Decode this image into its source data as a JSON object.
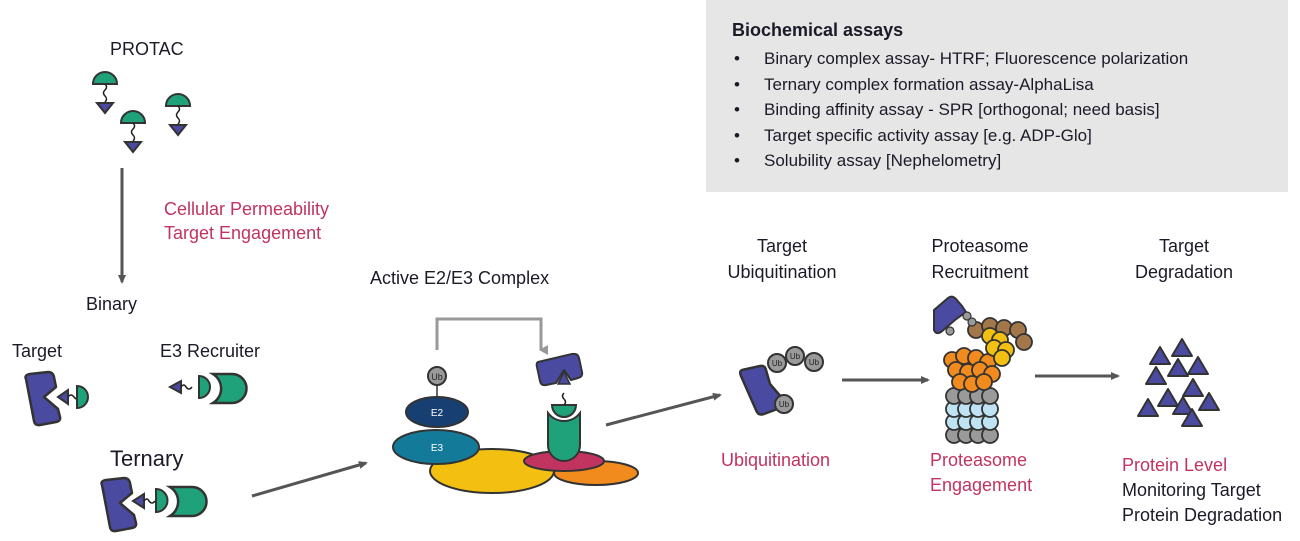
{
  "assays": {
    "title": "Biochemical assays",
    "items": [
      "Binary complex assay- HTRF; Fluorescence polarization",
      "Ternary complex formation assay-AlphaLisa",
      "Binding affinity assay - SPR [orthogonal; need basis]",
      "Target specific activity assay [e.g. ADP-Glo]",
      "Solubility assay [Nephelometry]"
    ]
  },
  "stages": {
    "protac": "PROTAC",
    "permeability": [
      "Cellular Permeability",
      "Target Engagement"
    ],
    "binary": "Binary",
    "target": "Target",
    "e3_recruiter": "E3 Recruiter",
    "ternary": "Ternary",
    "active_complex": "Active E2/E3 Complex",
    "e2": "E2",
    "e3": "E3",
    "ub": "Ub",
    "target_ubiquitination": [
      "Target",
      "Ubiquitination"
    ],
    "ubiquitination_readout": "Ubiquitination",
    "proteasome_recruitment": [
      "Proteasome",
      "Recruitment"
    ],
    "proteasome_readout": [
      "Proteasome",
      "Engagement"
    ],
    "target_degradation": [
      "Target",
      "Degradation"
    ],
    "degradation_readout": [
      "Protein Level",
      "Monitoring Target",
      "Protein Degradation"
    ]
  },
  "colors": {
    "accent_text": "#c0345f",
    "target_protein": "#4a4aa0",
    "ligand_green": "#1fa27a",
    "e2": "#173f72",
    "e3": "#147a9a",
    "yellow": "#f3c012",
    "magenta": "#c0345f",
    "orange": "#f28b1e",
    "arrow": "#555555",
    "assay_box": "#e6e6e6"
  }
}
